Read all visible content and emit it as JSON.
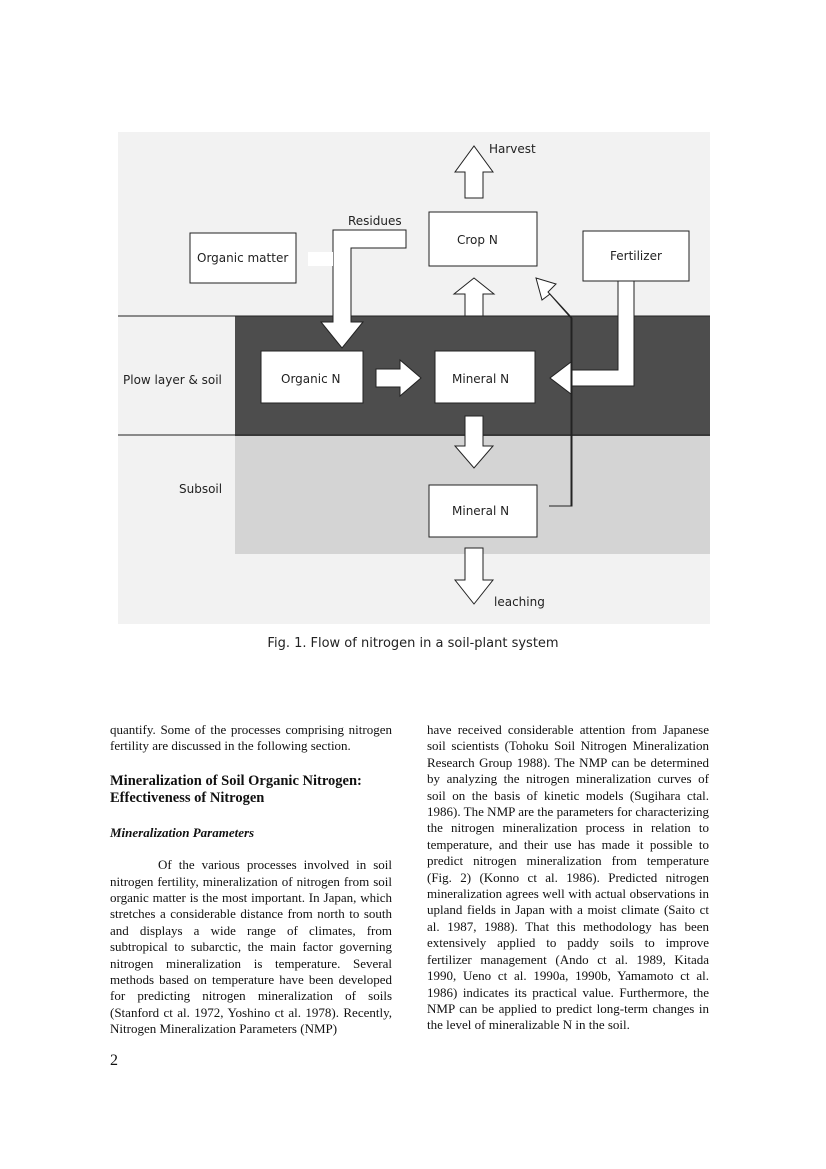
{
  "figure": {
    "labels": {
      "harvest": "Harvest",
      "residues": "Residues",
      "crop_n": "Crop N",
      "organic_matter": "Organic matter",
      "fertilizer": "Fertilizer",
      "plow_layer": "Plow layer & soil",
      "organic_n": "Organic N",
      "mineral_n_plow": "Mineral N",
      "subsoil": "Subsoil",
      "mineral_n_subsoil": "Mineral N",
      "leaching": "leaching"
    },
    "caption_number": "Fig. 1.",
    "caption_text": "Flow of nitrogen in a soil-plant system"
  },
  "left_column": {
    "intro": "quantify.  Some of the processes comprising nitrogen fertility are discussed in the following section.",
    "heading": "Mineralization of Soil Organic Nitrogen: Effectiveness of Nitrogen",
    "subheading": "Mineralization Parameters",
    "paragraph": "Of the various processes involved in soil nitrogen fertility, mineralization of nitrogen from soil organic matter is the most important.  In Japan, which stretches a considerable distance from north to south and displays a wide range of climates, from subtropical to subarctic, the main factor governing nitrogen mineralization is temperature.  Several methods based on temperature have been developed for predicting nitrogen mineralization of soils (Stanford ct al. 1972, Yoshino ct al. 1978).  Recently, Nitrogen Mineralization Parameters (NMP)"
  },
  "right_column": {
    "paragraph": "have received considerable attention from Japanese soil scientists (Tohoku Soil Nitrogen Mineralization Research Group 1988).  The NMP can be determined by analyzing the nitrogen mineralization curves of soil on the basis of kinetic models (Sugihara ctal. 1986).  The NMP are the parameters for characterizing the nitrogen mineralization process in relation to temperature, and their use has made it possible to predict nitrogen mineralization from temperature (Fig. 2) (Konno ct al.  1986).  Predicted nitrogen mineralization agrees well with actual observations in upland fields in Japan with a moist climate (Saito ct al. 1987, 1988).  That this methodology has been extensively applied to paddy soils to improve fertilizer management (Ando ct al.  1989, Kitada 1990, Ueno ct al. 1990a, 1990b, Yamamoto ct al. 1986) indicates its practical value.  Furthermore, the NMP can be applied to predict long-term changes in the level of mineralizable N in the soil."
  },
  "page_number": "2",
  "colors": {
    "figure_background": "#f2f2f2",
    "plow_layer": "#4d4d4d",
    "subsoil": "#d4d4d4",
    "box_fill": "#ffffff",
    "ink": "#222222"
  }
}
